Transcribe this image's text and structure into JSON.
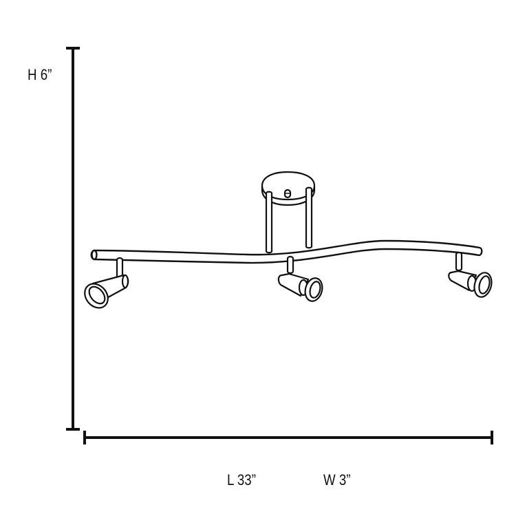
{
  "diagram": {
    "type": "product-dimension-drawing",
    "subject": "3-light curved track fixture with adjustable spotlights",
    "colors": {
      "line": "#111111",
      "background": "#ffffff",
      "fill": "#ffffff"
    },
    "dimensions": {
      "height": {
        "label": "H 6”",
        "axis": "vertical"
      },
      "length": {
        "label": "L 33”",
        "axis": "horizontal"
      },
      "width": {
        "label": "W 3”",
        "axis": "depth"
      }
    },
    "components": [
      {
        "name": "canopy",
        "count": 1
      },
      {
        "name": "support-rod",
        "count": 2
      },
      {
        "name": "curved-bar",
        "count": 1
      },
      {
        "name": "spotlight-head",
        "count": 3
      }
    ]
  }
}
